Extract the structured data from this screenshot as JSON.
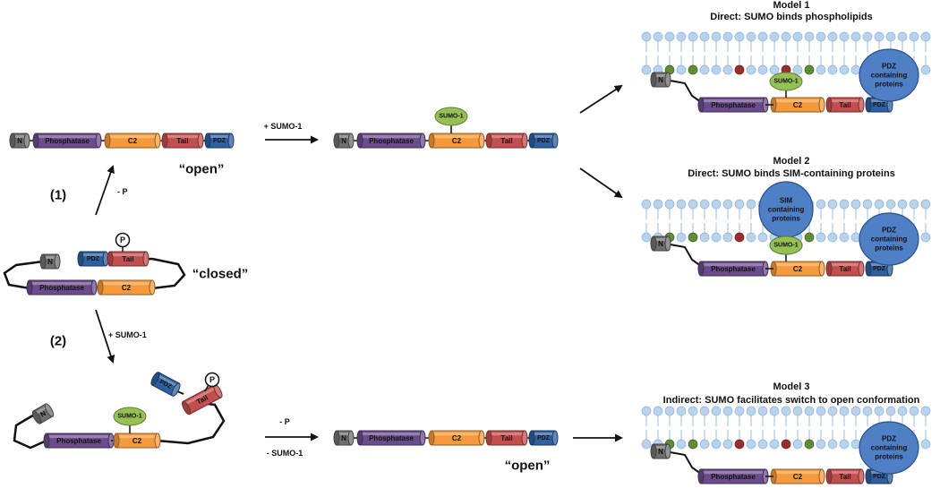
{
  "colors": {
    "n_term": "#6f6f6f",
    "phosphatase": "#6a4c8c",
    "c2": "#f59a3c",
    "tail": "#c24e4e",
    "pdz": "#2e5f9e",
    "sumo": "#95c154",
    "membrane_head": "#b8d3ec",
    "big_protein": "#4f7fc4",
    "lipid_green": "#5f8c34",
    "lipid_red": "#9a2e2e"
  },
  "labels": {
    "n": "N",
    "phosphatase": "Phosphatase",
    "c2": "C2",
    "tail": "Tail",
    "pdz": "PDZ",
    "sumo": "SUMO-1",
    "phospho": "P",
    "open": "“open”",
    "closed": "“closed”",
    "path1": "(1)",
    "path2": "(2)",
    "minus_p": "- P",
    "plus_sumo": "+ SUMO-1",
    "minus_sumo": "- SUMO-1",
    "pdz_protein": [
      "PDZ",
      "containing",
      "proteins"
    ],
    "sim_protein": [
      "SIM",
      "containing",
      "proteins"
    ]
  },
  "models": [
    {
      "title": "Model 1",
      "subtitle": "Direct: SUMO binds phospholipids"
    },
    {
      "title": "Model 2",
      "subtitle": "Direct: SUMO binds SIM-containing proteins"
    },
    {
      "title": "Model 3",
      "subtitle": "Indirect: SUMO facilitates switch to open conformation"
    }
  ]
}
